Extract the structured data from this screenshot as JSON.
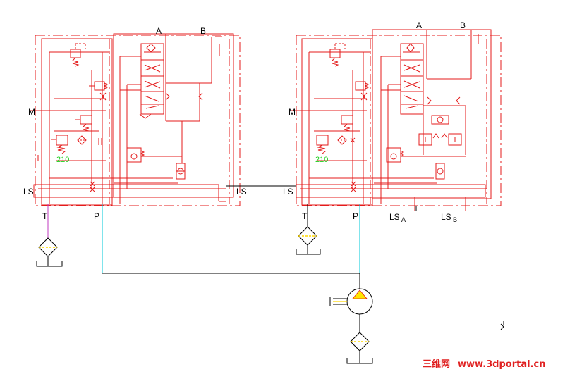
{
  "colors": {
    "circuit": "#e41b1b",
    "signal_line": "#000000",
    "pressure_line": "#00c8d8",
    "tank_line": "#c23bc2",
    "pressure_setting": "#1fcf1f",
    "pump_fill": "#ffe600",
    "watermark": "#e02020"
  },
  "valve_left": {
    "port_a": "A",
    "port_b": "B",
    "port_m": "M",
    "port_ls": "LS",
    "port_ls_out": "LS",
    "port_t": "T",
    "port_p": "P",
    "relief_setting": "210"
  },
  "valve_right": {
    "port_a": "A",
    "port_b": "B",
    "port_m": "M",
    "port_ls": "LS",
    "port_t": "T",
    "port_p": "P",
    "relief_setting": "210",
    "ls_a_main": "LS",
    "ls_a_sub": "A",
    "ls_b_main": "LS",
    "ls_b_sub": "B"
  },
  "icons": [
    "filter-icon",
    "tank-icon",
    "pump-icon",
    "relief-valve-icon",
    "directional-valve-icon",
    "shuttle-valve-icon",
    "check-valve-icon"
  ],
  "watermark": {
    "chinese": "三维网",
    "url": "www.3dportal.cn"
  }
}
